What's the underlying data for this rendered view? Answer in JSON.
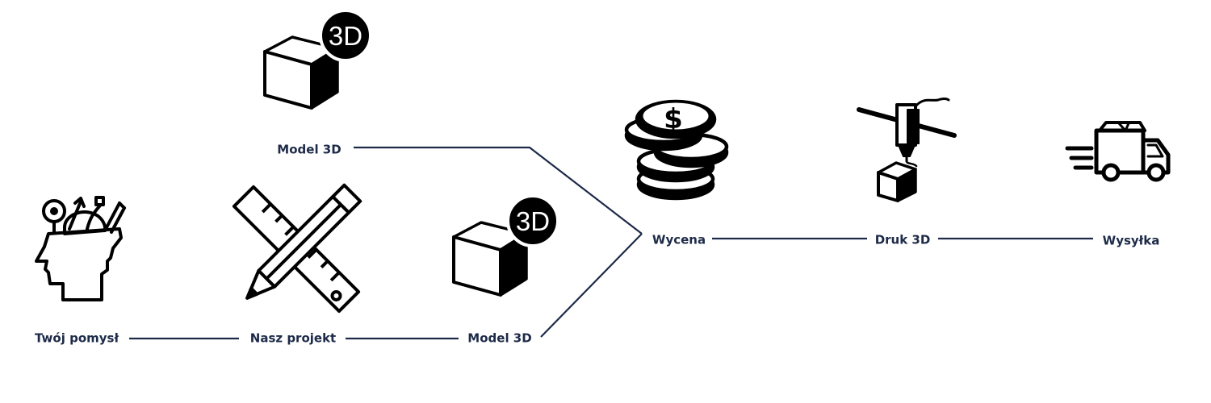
{
  "icons": {
    "idea": "head-idea-icon",
    "design": "ruler-pencil-icon",
    "model_top": "cube-3d-icon",
    "model_bottom": "cube-3d-icon",
    "pricing": "coins-dollar-icon",
    "printing": "3d-printer-icon",
    "shipping": "delivery-truck-icon"
  },
  "badge_text": "3D",
  "steps": {
    "idea": "Twój pomysł",
    "design": "Nasz projekt",
    "model_bottom": "Model 3D",
    "model_top": "Model 3D",
    "pricing": "Wycena",
    "printing": "Druk 3D",
    "shipping": "Wysyłka"
  },
  "colors": {
    "connector": "#1d2a48",
    "label": "#1d2a48",
    "icon": "#000000"
  }
}
